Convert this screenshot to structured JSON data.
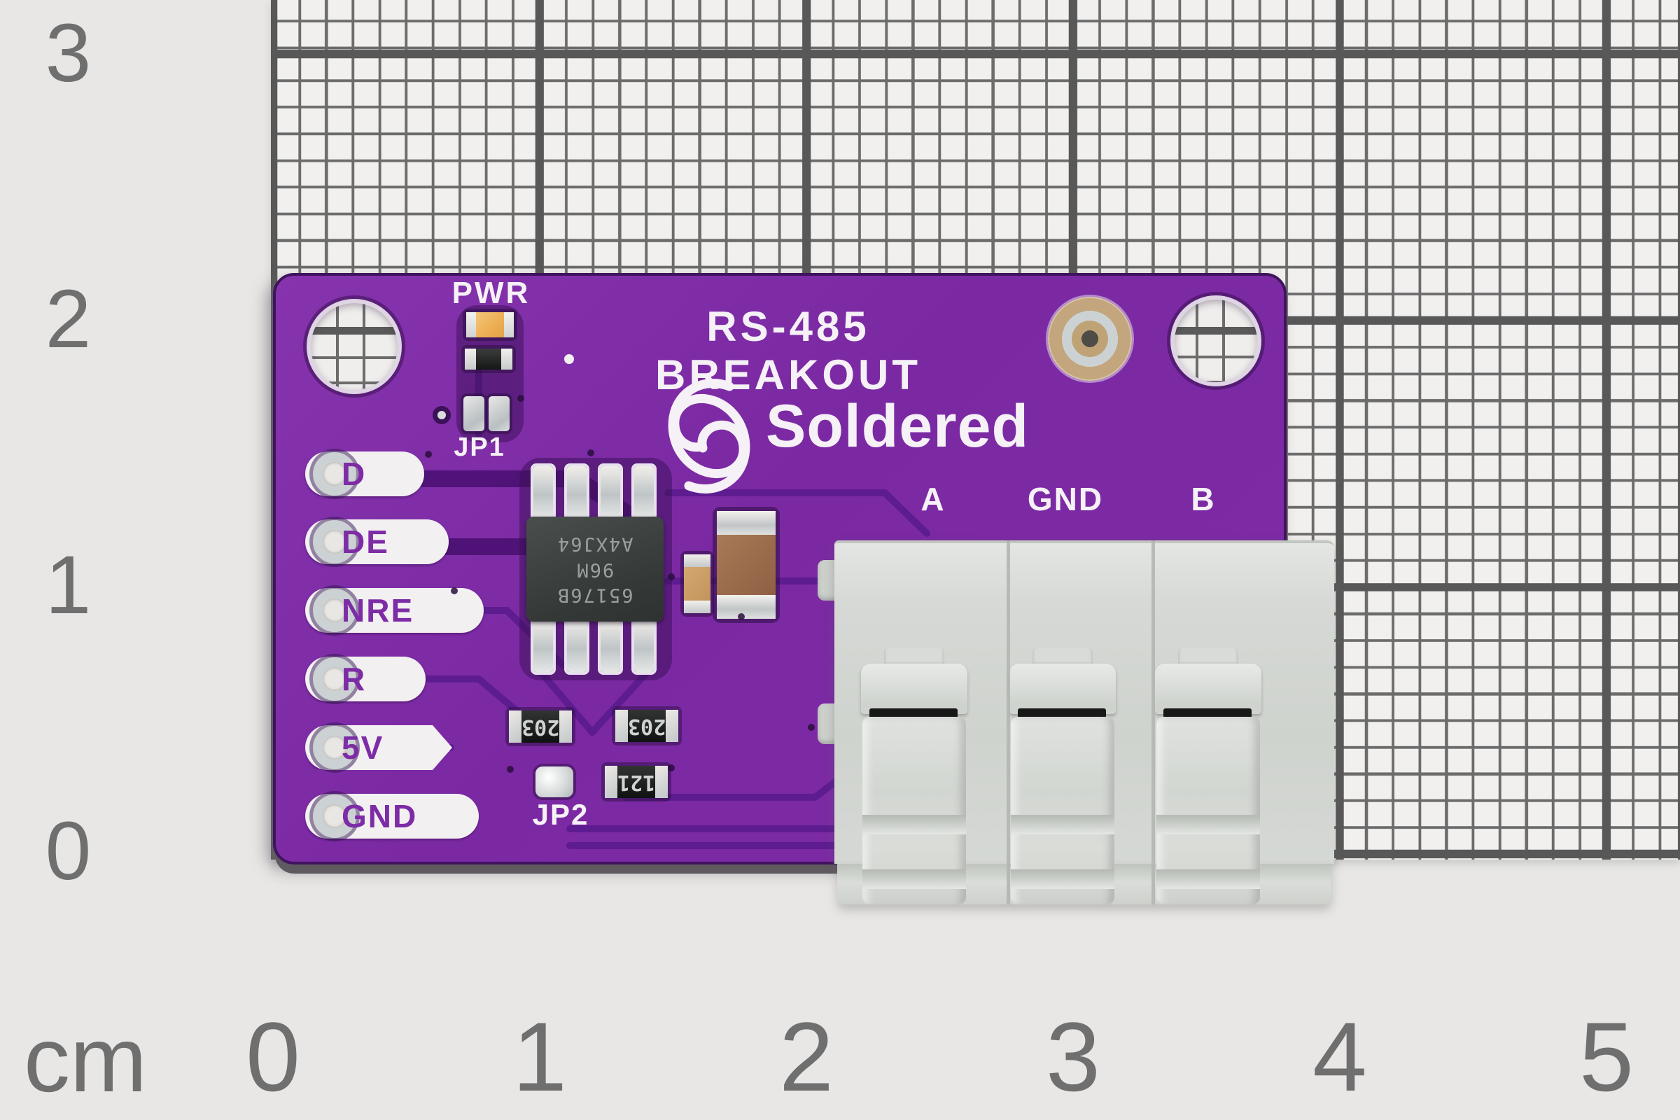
{
  "rulers": {
    "unit": "cm",
    "h_ticks": [
      "0",
      "1",
      "2",
      "3",
      "4",
      "5"
    ],
    "v_ticks": [
      "3",
      "2",
      "1",
      "0"
    ]
  },
  "board": {
    "title": "RS-485 BREAKOUT",
    "brand": "Soldered",
    "led_label": "PWR",
    "jumper1": "JP1",
    "jumper2": "JP2",
    "pins": [
      "D",
      "DE",
      "NRE",
      "R",
      "5V",
      "GND"
    ],
    "terminals": [
      "A",
      "GND",
      "B"
    ],
    "chip_marking": [
      "65176B",
      "96M",
      "A4XJ64"
    ],
    "smd_markings": {
      "r1": "203",
      "r2": "203",
      "r3": "121"
    },
    "colors": {
      "pcb_purple": "#7d2ca6",
      "silkscreen": "#f5f1f6",
      "trace_dark": "#5c1b8e",
      "terminal_gray": "#d5d8d4",
      "led_orange": "#ecae52",
      "brass_pad": "#c3a67d",
      "grid_line": "#6c6c6c",
      "paper": "#f1f0ee",
      "ruler_text": "#6f6f6f"
    }
  }
}
